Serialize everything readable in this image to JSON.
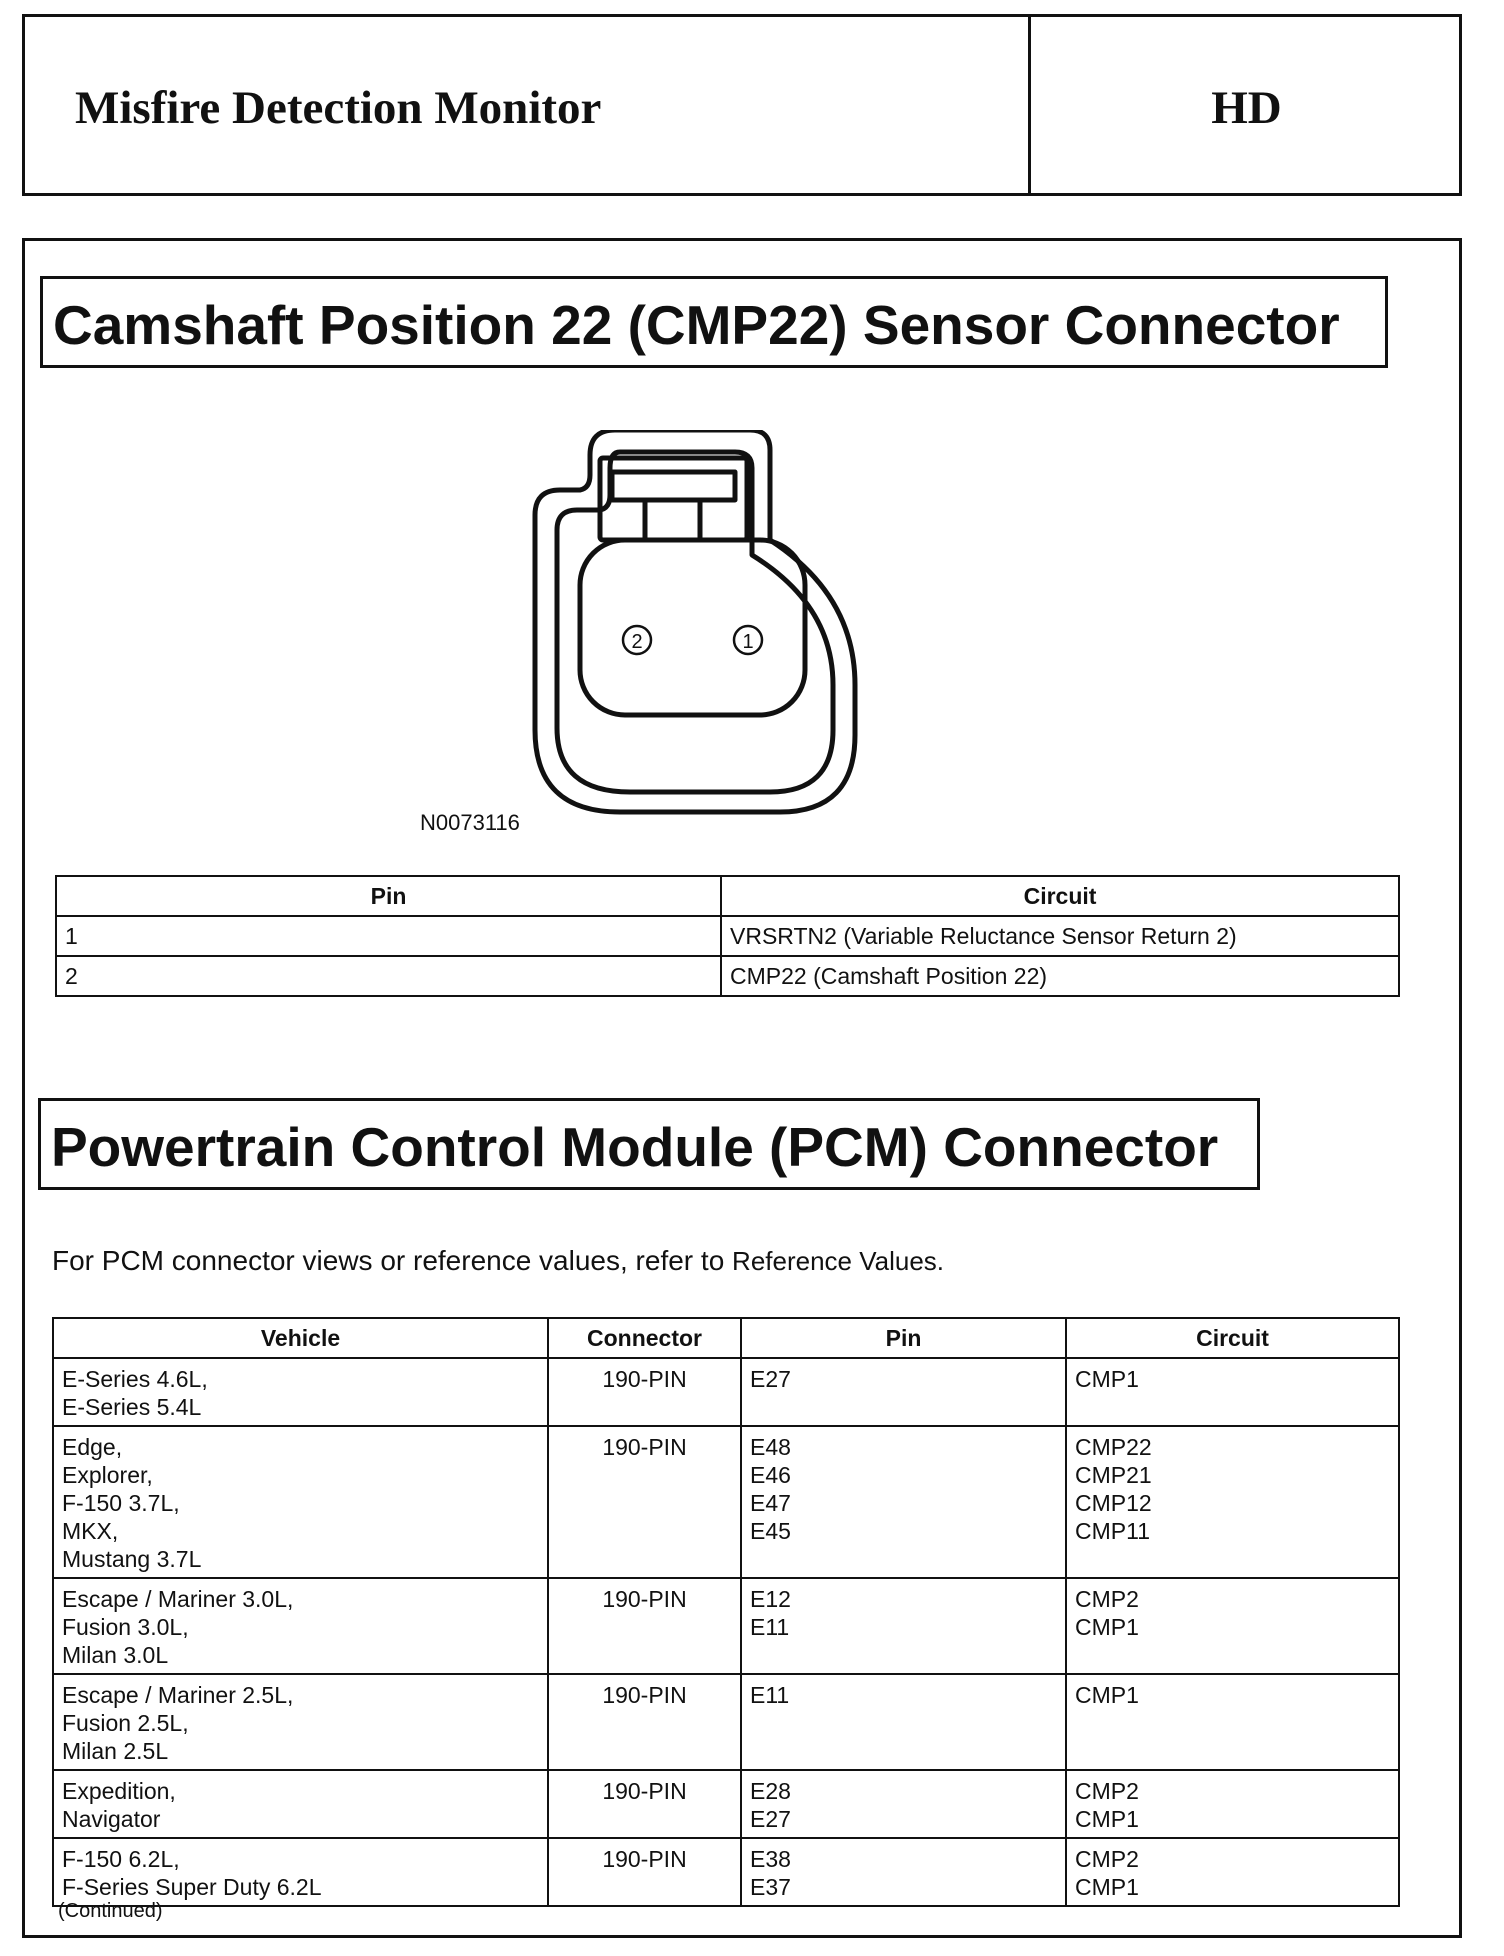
{
  "header": {
    "title": "Misfire Detection Monitor",
    "code": "HD"
  },
  "cmp_section": {
    "heading": "Camshaft Position 22 (CMP22) Sensor Connector",
    "pin_labels": [
      "2",
      "1"
    ],
    "figure_id": "N0073116",
    "table": {
      "headers": [
        "Pin",
        "Circuit"
      ],
      "rows": [
        [
          "1",
          "VRSRTN2 (Variable Reluctance Sensor Return 2)"
        ],
        [
          "2",
          "CMP22 (Camshaft Position 22)"
        ]
      ]
    }
  },
  "pcm_section": {
    "heading": "Powertrain Control Module (PCM) Connector",
    "intro": "For PCM connector views or reference values, refer to",
    "intro_ref": "Reference Values.",
    "table": {
      "headers": [
        "Vehicle",
        "Connector",
        "Pin",
        "Circuit"
      ],
      "rows": [
        {
          "vehicle": [
            "E-Series 4.6L,",
            "E-Series 5.4L"
          ],
          "connector": "190-PIN",
          "pins": [
            "E27"
          ],
          "circuits": [
            "CMP1"
          ]
        },
        {
          "vehicle": [
            "Edge,",
            "Explorer,",
            "F-150 3.7L,",
            "MKX,",
            "Mustang 3.7L"
          ],
          "connector": "190-PIN",
          "pins": [
            "E48",
            "E46",
            "E47",
            "E45"
          ],
          "circuits": [
            "CMP22",
            "CMP21",
            "CMP12",
            "CMP11"
          ]
        },
        {
          "vehicle": [
            "Escape / Mariner 3.0L,",
            "Fusion 3.0L,",
            "Milan 3.0L"
          ],
          "connector": "190-PIN",
          "pins": [
            "E12",
            "E11"
          ],
          "circuits": [
            "CMP2",
            "CMP1"
          ]
        },
        {
          "vehicle": [
            "Escape / Mariner 2.5L,",
            "Fusion 2.5L,",
            "Milan 2.5L"
          ],
          "connector": "190-PIN",
          "pins": [
            "E11"
          ],
          "circuits": [
            "CMP1"
          ]
        },
        {
          "vehicle": [
            "Expedition,",
            "Navigator"
          ],
          "connector": "190-PIN",
          "pins": [
            "E28",
            "E27"
          ],
          "circuits": [
            "CMP2",
            "CMP1"
          ]
        },
        {
          "vehicle": [
            "F-150 6.2L,",
            "F-Series Super Duty 6.2L"
          ],
          "connector": "190-PIN",
          "pins": [
            "E38",
            "E37"
          ],
          "circuits": [
            "CMP2",
            "CMP1"
          ]
        }
      ]
    },
    "continued": "(Continued)"
  }
}
